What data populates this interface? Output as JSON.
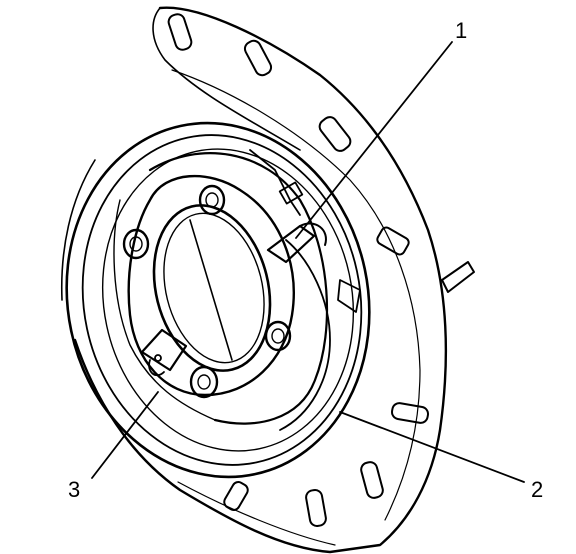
{
  "callouts": [
    {
      "number": "1"
    },
    {
      "number": "2"
    },
    {
      "number": "3"
    }
  ],
  "colors": {
    "ink": "#000000",
    "background": "#ffffff"
  }
}
